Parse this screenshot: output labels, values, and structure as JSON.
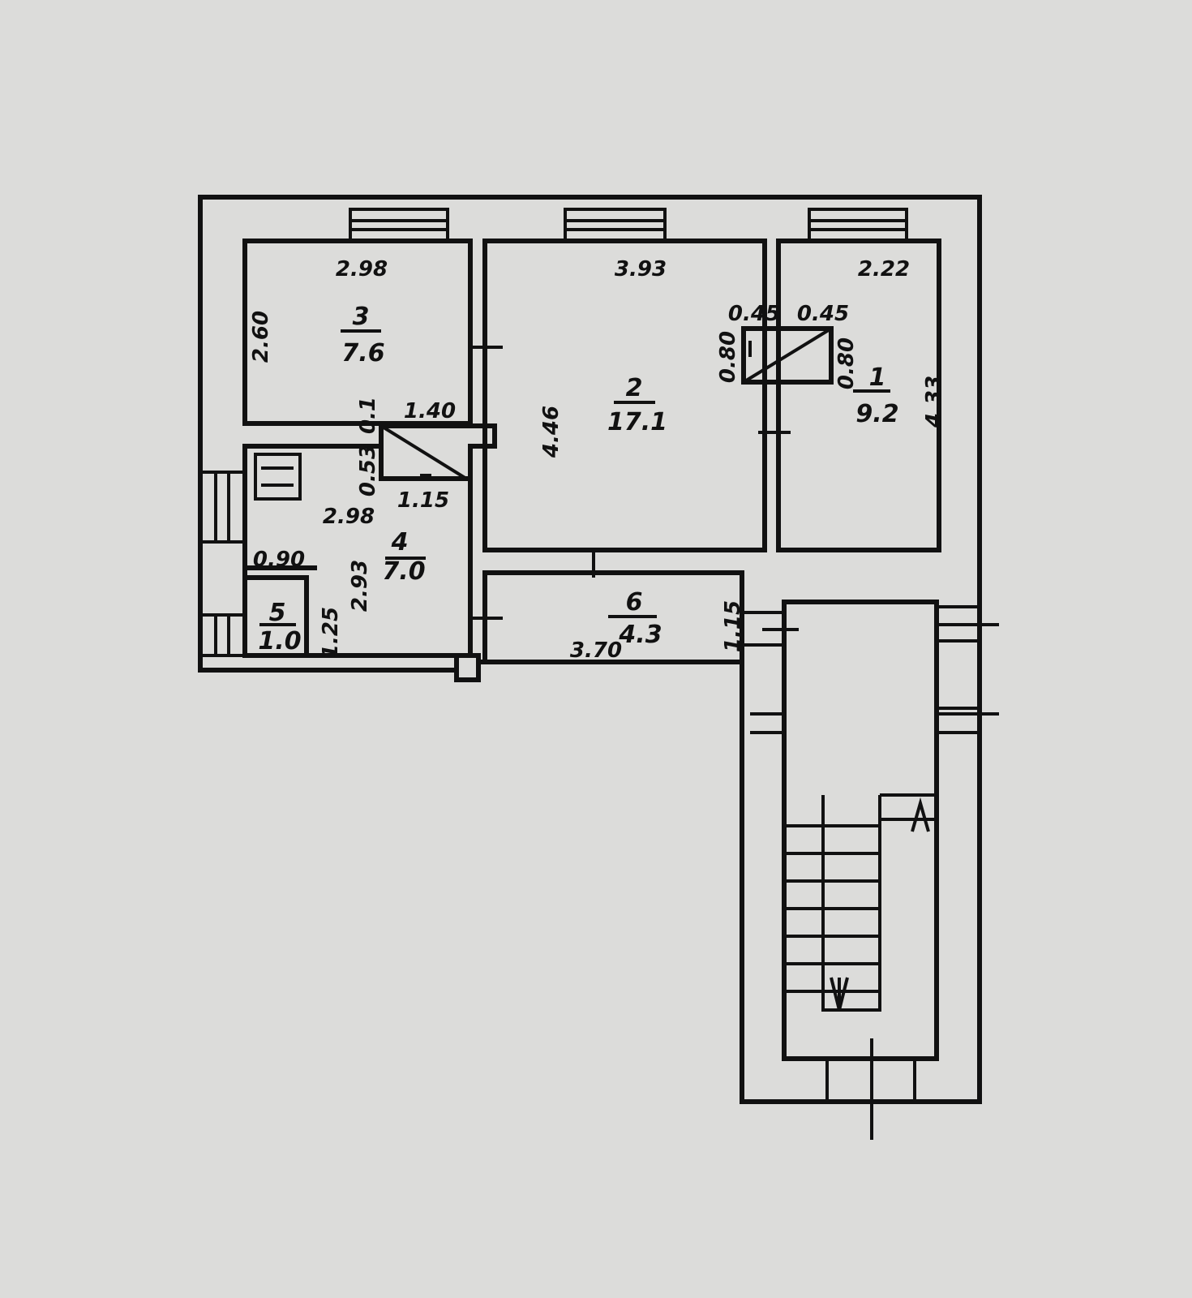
{
  "plan": {
    "rooms": [
      {
        "number": "1",
        "area": "9.2",
        "width": "2.22",
        "length": "4.33"
      },
      {
        "number": "2",
        "area": "17.1",
        "width": "3.93",
        "length": "4.46"
      },
      {
        "number": "3",
        "area": "7.6",
        "width": "2.98",
        "length": "2.60"
      },
      {
        "number": "4",
        "area": "7.0",
        "width": "2.98",
        "length": "2.93"
      },
      {
        "number": "5",
        "area": "1.0",
        "width": "0.90",
        "length": "1.25"
      },
      {
        "number": "6",
        "area": "4.3",
        "width": "3.70",
        "length": "1.15"
      }
    ],
    "closet_a": {
      "w1": "0.45",
      "w2": "0.45",
      "h1": "0.80",
      "h2": "0.80"
    },
    "closet_b": {
      "top": "1.40",
      "bottom": "1.15",
      "h": "0.53",
      "gap": "0.1"
    }
  }
}
